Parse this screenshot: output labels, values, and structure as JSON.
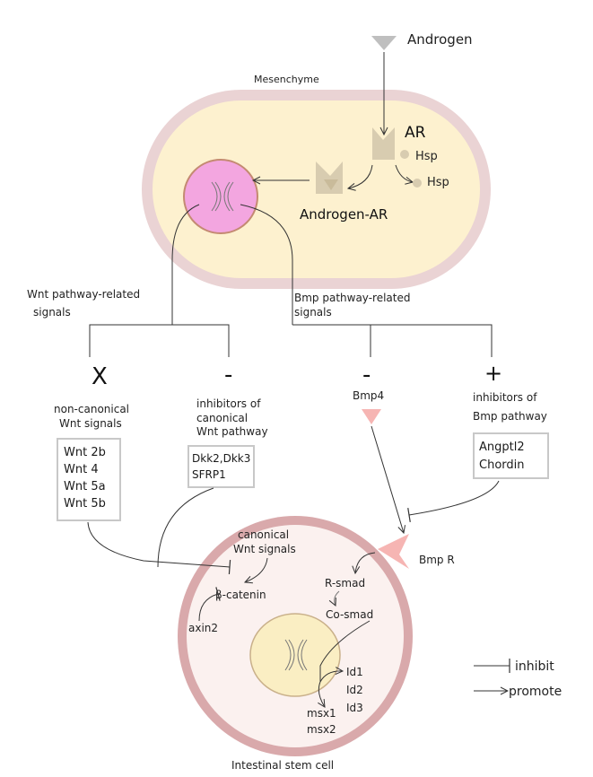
{
  "androgen_label": "Androgen",
  "mesenchyme_label": "Mesenchyme",
  "ar_label": "AR",
  "hsp_label_1": "Hsp",
  "hsp_label_2": "Hsp",
  "androgen_ar_label": "Androgen-AR",
  "wnt_signals_line1": "Wnt pathway-related",
  "wnt_signals_line2": "signals",
  "bmp_signals_line1": "Bmp pathway-related",
  "bmp_signals_line2": "signals",
  "symbol_x": "X",
  "symbol_minus_1": "-",
  "symbol_minus_2": "-",
  "symbol_plus": "+",
  "noncanonical_line1": "non-canonical",
  "noncanonical_line2": "Wnt signals",
  "inhibitors_canonical_line1": "inhibitors of",
  "inhibitors_canonical_line2": "canonical",
  "inhibitors_canonical_line3": "Wnt pathway",
  "bmp4_label": "Bmp4",
  "inhibitors_bmp_line1": "inhibitors of",
  "inhibitors_bmp_line2": "Bmp pathway",
  "wnt_box": [
    "Wnt 2b",
    "Wnt 4",
    "Wnt 5a",
    "Wnt 5b"
  ],
  "dkk_box": [
    "Dkk2,Dkk3",
    "SFRP1"
  ],
  "angptl_box": [
    "Angptl2",
    "Chordin"
  ],
  "canonical_line1": "canonical",
  "canonical_line2": "Wnt signals",
  "beta_catenin": "β-catenin",
  "axin2": "axin2",
  "rsmad": "R-smad",
  "cosmad": "Co-smad",
  "bmpr_label": "Bmp R",
  "id1": "Id1",
  "id2": "Id2",
  "id3": "Id3",
  "msx1": "msx1",
  "msx2": "msx2",
  "stem_cell_label": "Intestinal stem cell",
  "legend_inhibit": "inhibit",
  "legend_promote": "promote",
  "colors": {
    "mesenchyme_outer": "#ead3d4",
    "mesenchyme_inner": "#fdf1cf",
    "nucleus_pink": "#f3a6e0",
    "nucleus_ring": "#c48a72",
    "receptor": "#d8ccb0",
    "stem_outer": "#d9a9ab",
    "stem_inner": "#fbf1ef",
    "stem_nucleus": "#faeec3",
    "bmp4_triangle": "#f6b5b3",
    "androgen_triangle": "#bfbfbf",
    "box_border": "#c8c8c8"
  }
}
